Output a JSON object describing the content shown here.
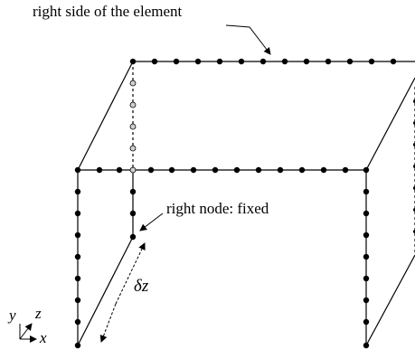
{
  "annotations": {
    "top_label": "right side of the element",
    "node_label": "right node: fixed",
    "dz_label": "δz"
  },
  "axes": {
    "y": "y",
    "z": "z",
    "x": "x"
  },
  "colors": {
    "ink": "#000000",
    "hollow_node_fill": "#cfcfcf"
  }
}
